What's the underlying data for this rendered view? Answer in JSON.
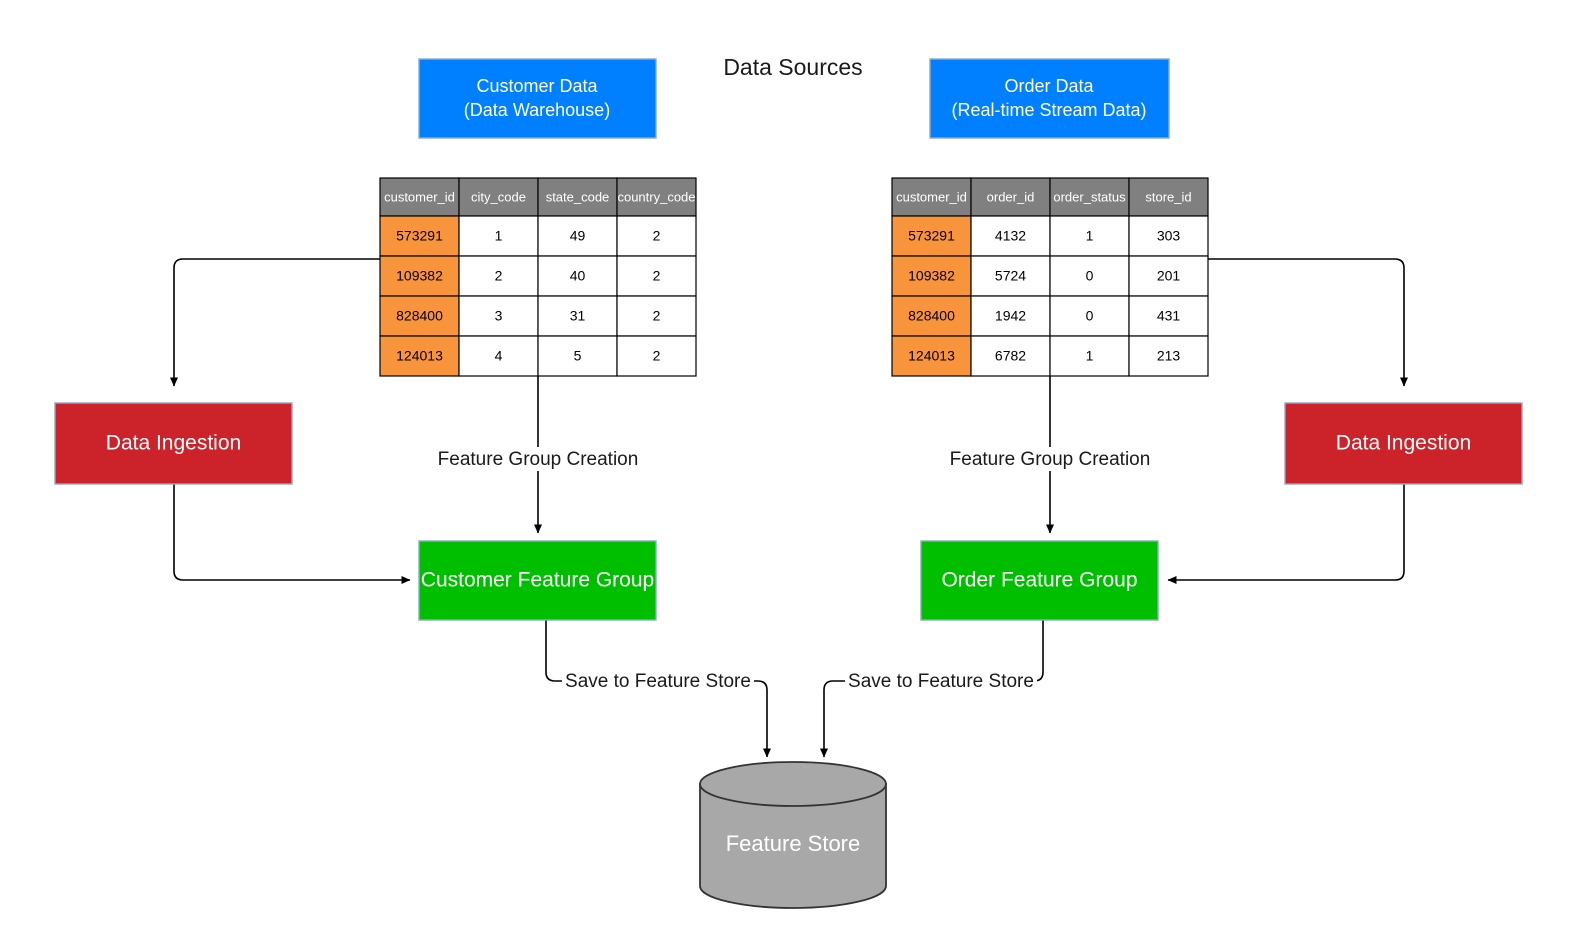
{
  "diagram": {
    "title": "Data Sources",
    "colors": {
      "source_blue": "#0080ff",
      "ingestion_red": "#cc2229",
      "feature_group_green": "#00bf00",
      "table_header_gray": "#808080",
      "key_column_orange": "#f8943c",
      "cylinder_gray": "#a8a8a8",
      "box_border": "#8ea9c8",
      "line_black": "#000000"
    },
    "sources": [
      {
        "name": "customer-data-source",
        "line1": "Customer Data",
        "line2": "(Data Warehouse)"
      },
      {
        "name": "order-data-source",
        "line1": "Order Data",
        "line2": "(Real-time Stream Data)"
      }
    ],
    "tables": [
      {
        "name": "customer-data-table",
        "columns": [
          "customer_id",
          "city_code",
          "state_code",
          "country_code"
        ],
        "rows": [
          [
            "573291",
            "1",
            "49",
            "2"
          ],
          [
            "109382",
            "2",
            "40",
            "2"
          ],
          [
            "828400",
            "3",
            "31",
            "2"
          ],
          [
            "124013",
            "4",
            "5",
            "2"
          ]
        ]
      },
      {
        "name": "order-data-table",
        "columns": [
          "customer_id",
          "order_id",
          "order_status",
          "store_id"
        ],
        "rows": [
          [
            "573291",
            "4132",
            "1",
            "303"
          ],
          [
            "109382",
            "5724",
            "0",
            "201"
          ],
          [
            "828400",
            "1942",
            "0",
            "431"
          ],
          [
            "124013",
            "6782",
            "1",
            "213"
          ]
        ]
      }
    ],
    "ingestion": [
      {
        "name": "left-data-ingestion",
        "label": "Data Ingestion"
      },
      {
        "name": "right-data-ingestion",
        "label": "Data Ingestion"
      }
    ],
    "feature_groups": [
      {
        "name": "customer-feature-group",
        "label": "Customer Feature Group"
      },
      {
        "name": "order-feature-group",
        "label": "Order Feature Group"
      }
    ],
    "edge_labels": {
      "feature_group_creation_left": "Feature Group Creation",
      "feature_group_creation_right": "Feature Group Creation",
      "save_left": "Save to Feature Store",
      "save_right": "Save to Feature Store"
    },
    "store": {
      "name": "feature-store-cylinder",
      "label": "Feature Store"
    }
  }
}
